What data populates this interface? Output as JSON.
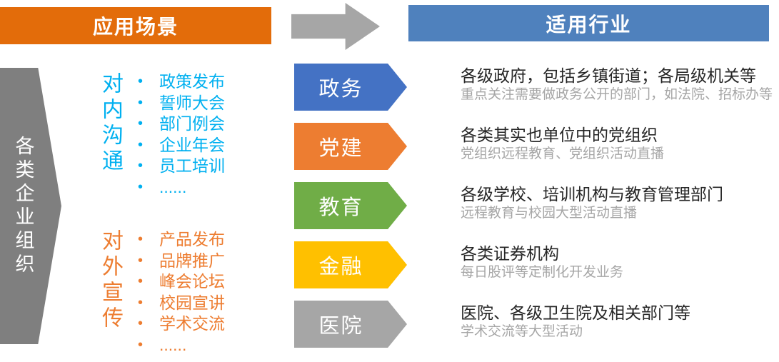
{
  "headers": {
    "left": {
      "label": "应用场景",
      "color": "#E36C0A"
    },
    "right": {
      "label": "适用行业",
      "color": "#4F81BD"
    }
  },
  "flow_arrow": {
    "color": "#A6A6A6"
  },
  "left_banner": {
    "label": "各类企业组织",
    "color": "#7F7F7F"
  },
  "scenario_groups": [
    {
      "label": "对内沟通",
      "color": "#00B0F0",
      "items": [
        "政策发布",
        "誓师大会",
        "部门例会",
        "企业年会",
        "员工培训",
        "......"
      ]
    },
    {
      "label": "对外宣传",
      "color": "#ED7D31",
      "items": [
        "产品发布",
        "品牌推广",
        "峰会论坛",
        "校园宣讲",
        "学术交流",
        "......"
      ]
    }
  ],
  "industries": [
    {
      "label": "政务",
      "color": "#4472C4",
      "desc": "各级政府，包括乡镇街道；各局级机关等",
      "sub": "重点关注需要做政务公开的部门，如法院、招标办等"
    },
    {
      "label": "党建",
      "color": "#ED7D31",
      "desc": "各类其实也单位中的党组织",
      "sub": "党组织远程教育、党组织活动直播"
    },
    {
      "label": "教育",
      "color": "#70AD47",
      "desc": "各级学校、培训机构与教育管理部门",
      "sub": "远程教育与校园大型活动直播"
    },
    {
      "label": "金融",
      "color": "#FFC000",
      "desc": "各类证券机构",
      "sub": "每日股评等定制化开发业务"
    },
    {
      "label": "医院",
      "color": "#A6A6A6",
      "desc": "医院、各级卫生院及相关部门等",
      "sub": "学术交流等大型活动"
    }
  ],
  "text_colors": {
    "main": "#262626",
    "sub": "#A6A6A6"
  }
}
